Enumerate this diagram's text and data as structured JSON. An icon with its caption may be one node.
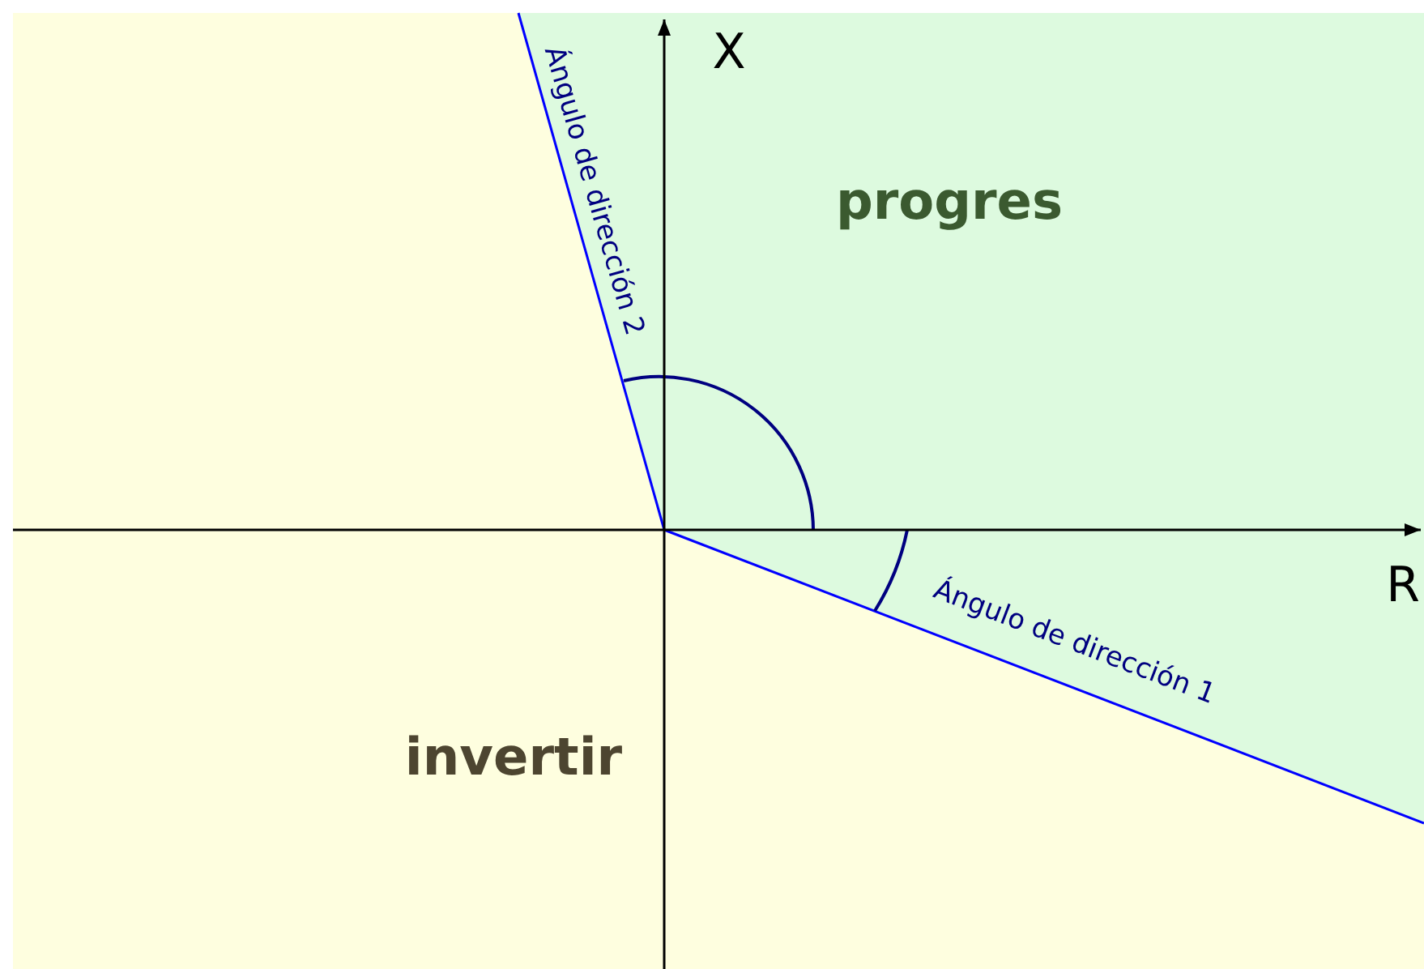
{
  "diagram": {
    "labels": [
      "X",
      "progres",
      "Ángulo de dirección 2",
      "R",
      "Ángulo de dirección 1",
      "invertir"
    ]
  }
}
